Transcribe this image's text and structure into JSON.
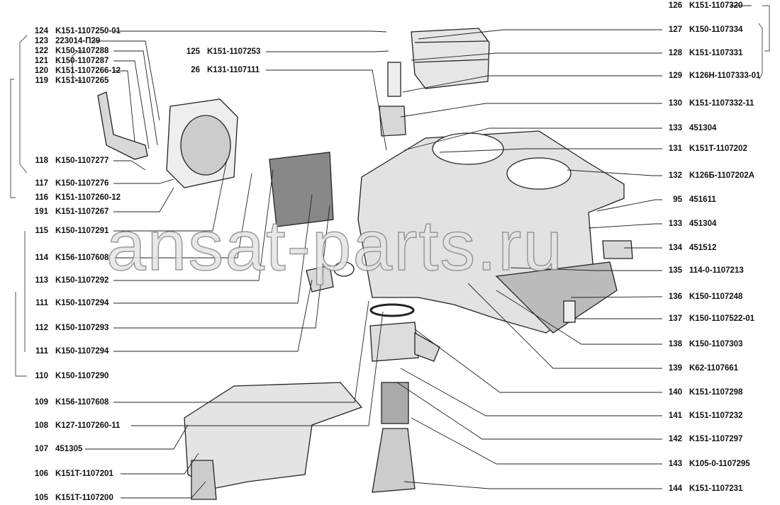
{
  "watermark": "ansat-parts.ru",
  "left_labels": [
    {
      "num": "124",
      "code": "K151-1107250-01"
    },
    {
      "num": "123",
      "code": "223014-П29"
    },
    {
      "num": "122",
      "code": "K150-1107288"
    },
    {
      "num": "121",
      "code": "K150-1107287"
    },
    {
      "num": "120",
      "code": "K151-1107266-12"
    },
    {
      "num": "119",
      "code": "K151-1107265"
    },
    {
      "num": "118",
      "code": "K150-1107277"
    },
    {
      "num": "117",
      "code": "K150-1107276"
    },
    {
      "num": "116",
      "code": "K151-1107260-12"
    },
    {
      "num": "191",
      "code": "K151-1107267"
    },
    {
      "num": "115",
      "code": "K150-1107291"
    },
    {
      "num": "114",
      "code": "K156-1107608"
    },
    {
      "num": "113",
      "code": "K150-1107292"
    },
    {
      "num": "111",
      "code": "K150-1107294"
    },
    {
      "num": "112",
      "code": "K150-1107293"
    },
    {
      "num": "111",
      "code": "K150-1107294"
    },
    {
      "num": "110",
      "code": "K150-1107290"
    },
    {
      "num": "109",
      "code": "K156-1107608"
    },
    {
      "num": "108",
      "code": "K127-1107260-11"
    },
    {
      "num": "107",
      "code": "451305"
    },
    {
      "num": "106",
      "code": "K151T-1107201"
    },
    {
      "num": "105",
      "code": "K151T-1107200"
    }
  ],
  "middle_labels": [
    {
      "num": "125",
      "code": "K151-1107253"
    },
    {
      "num": "26",
      "code": "K131-1107111"
    }
  ],
  "right_labels": [
    {
      "num": "126",
      "code": "K151-1107320"
    },
    {
      "num": "127",
      "code": "K150-1107334"
    },
    {
      "num": "128",
      "code": "K151-1107331"
    },
    {
      "num": "129",
      "code": "K126H-1107333-01"
    },
    {
      "num": "130",
      "code": "K151-1107332-11"
    },
    {
      "num": "133",
      "code": "451304"
    },
    {
      "num": "131",
      "code": "K151T-1107202"
    },
    {
      "num": "132",
      "code": "K126Б-1107202A"
    },
    {
      "num": "95",
      "code": "451611"
    },
    {
      "num": "133",
      "code": "451304"
    },
    {
      "num": "134",
      "code": "451512"
    },
    {
      "num": "135",
      "code": "114-0-1107213"
    },
    {
      "num": "136",
      "code": "K150-1107248"
    },
    {
      "num": "137",
      "code": "K150-1107522-01"
    },
    {
      "num": "138",
      "code": "K150-1107303"
    },
    {
      "num": "139",
      "code": "K62-1107661"
    },
    {
      "num": "140",
      "code": "K151-1107298"
    },
    {
      "num": "141",
      "code": "K151-1107232"
    },
    {
      "num": "142",
      "code": "K151-1107297"
    },
    {
      "num": "143",
      "code": "K105-0-1107295"
    },
    {
      "num": "144",
      "code": "K151-1107231"
    }
  ]
}
